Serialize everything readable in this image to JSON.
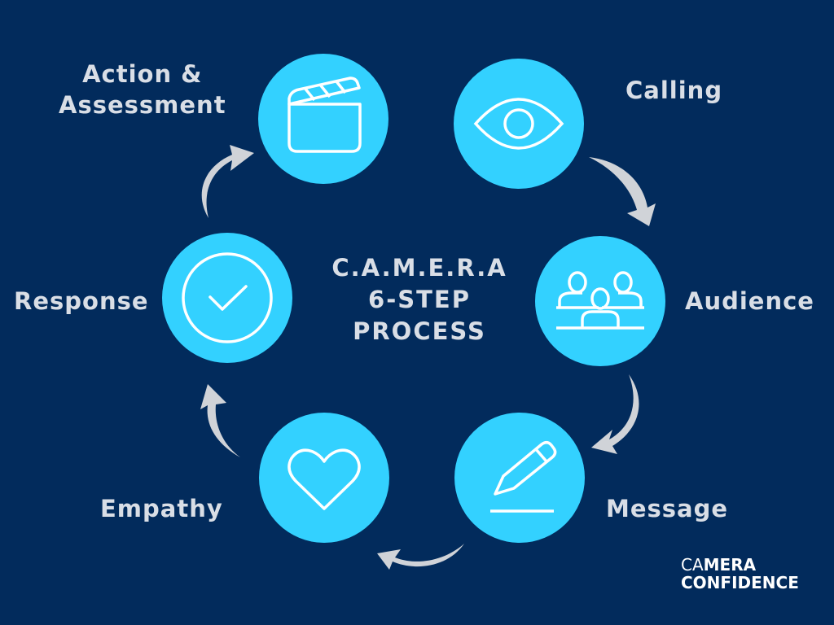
{
  "title": {
    "line1": "C.A.M.E.R.A",
    "line2": "6-STEP",
    "line3": "PROCESS"
  },
  "steps": [
    {
      "label": "Calling",
      "icon": "eye-icon"
    },
    {
      "label": "Audience",
      "icon": "audience-icon"
    },
    {
      "label": "Message",
      "icon": "pencil-icon"
    },
    {
      "label": "Empathy",
      "icon": "heart-icon"
    },
    {
      "label": "Response",
      "icon": "checkmark-icon"
    },
    {
      "label_line1": "Action &",
      "label_line2": "Assessment",
      "icon": "clapperboard-icon"
    }
  ],
  "logo": {
    "part_thin": "CA",
    "part_bold": "MERA",
    "line2": "CONFIDENCE"
  },
  "colors": {
    "background": "#022B5C",
    "circle": "#33D1FF",
    "arrow": "#D0D3D8",
    "text": "#D9DEE6"
  }
}
